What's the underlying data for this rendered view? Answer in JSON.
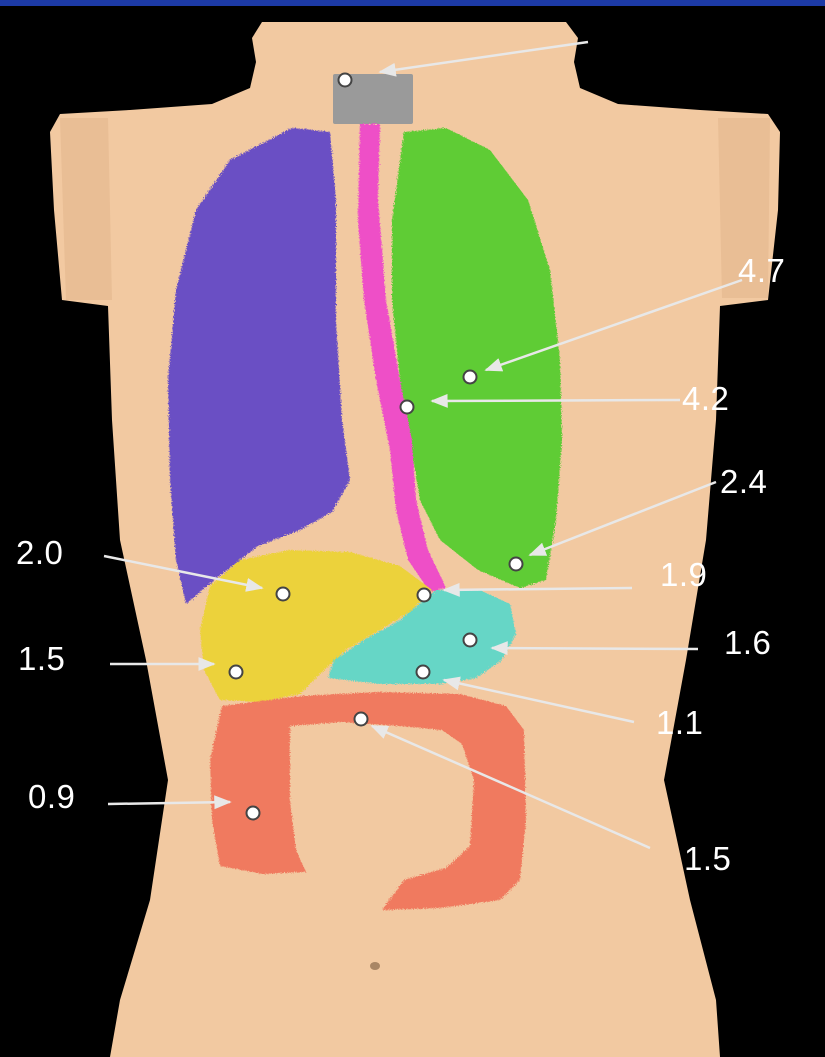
{
  "colors": {
    "background": "#000000",
    "top_bar": "#1c3aa6",
    "skin": "#f2c9a1",
    "skin_shadow": "#d9a97e",
    "thyroid": "#9a9a9a",
    "lung_right": "#6a4fc4",
    "lung_left": "#5fcc35",
    "esophagus": "#ee4fc7",
    "liver": "#ecd23a",
    "stomach": "#66d6c6",
    "colon": "#f07a5e",
    "marker": "#ffffff",
    "leader_line": "#e8e8e8"
  },
  "organs": [
    {
      "id": "thyroid",
      "color_key": "thyroid"
    },
    {
      "id": "right-lung",
      "color_key": "lung_right"
    },
    {
      "id": "left-lung",
      "color_key": "lung_left"
    },
    {
      "id": "esophagus",
      "color_key": "esophagus"
    },
    {
      "id": "liver",
      "color_key": "liver"
    },
    {
      "id": "stomach",
      "color_key": "stomach"
    },
    {
      "id": "colon",
      "color_key": "colon"
    }
  ],
  "labels": [
    {
      "key": "thyroid",
      "text": ""
    },
    {
      "key": "lung_left_upper",
      "text": "4.7"
    },
    {
      "key": "esophagus_mid",
      "text": "4.2"
    },
    {
      "key": "lung_left_lower",
      "text": "2.4"
    },
    {
      "key": "liver_upper",
      "text": "2.0"
    },
    {
      "key": "esophagus_lower",
      "text": "1.9"
    },
    {
      "key": "stomach_upper",
      "text": "1.6"
    },
    {
      "key": "liver_lower",
      "text": "1.5"
    },
    {
      "key": "stomach_lower",
      "text": "1.1"
    },
    {
      "key": "colon_ascending",
      "text": "0.9"
    },
    {
      "key": "colon_transverse",
      "text": "1.5"
    }
  ]
}
